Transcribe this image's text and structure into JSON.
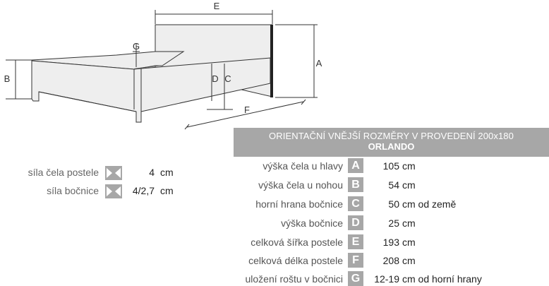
{
  "diagram": {
    "dimension_labels": [
      "E",
      "G",
      "B",
      "D",
      "C",
      "A",
      "F"
    ]
  },
  "spec": {
    "title": "ORIENTAČNÍ VNĚJŠÍ ROZMĚRY V PROVEDENÍ 200x180",
    "subtitle": "ORLANDO",
    "rows": [
      {
        "label": "výška čela u hlavy",
        "badge": "A",
        "value": "105",
        "unit": "cm"
      },
      {
        "label": "výška čela u nohou",
        "badge": "B",
        "value": "54",
        "unit": "cm"
      },
      {
        "label": "horní hrana bočnice",
        "badge": "C",
        "value": "50",
        "unit": "cm od země"
      },
      {
        "label": "výška bočnice",
        "badge": "D",
        "value": "25",
        "unit": "cm"
      },
      {
        "label": "celková šířka postele",
        "badge": "E",
        "value": "193",
        "unit": "cm"
      },
      {
        "label": "celková délka postele",
        "badge": "F",
        "value": "208",
        "unit": "cm"
      },
      {
        "label": "uložení roštu v bočnici",
        "badge": "G",
        "value": "12-19",
        "unit": "cm od horní hrany"
      }
    ]
  },
  "thickness": [
    {
      "label": "síla čela postele",
      "icon": "thickness-icon",
      "value": "4",
      "unit": "cm"
    },
    {
      "label": "síla bočnice",
      "icon": "thickness-icon",
      "value": "4/2,7",
      "unit": "cm"
    }
  ]
}
